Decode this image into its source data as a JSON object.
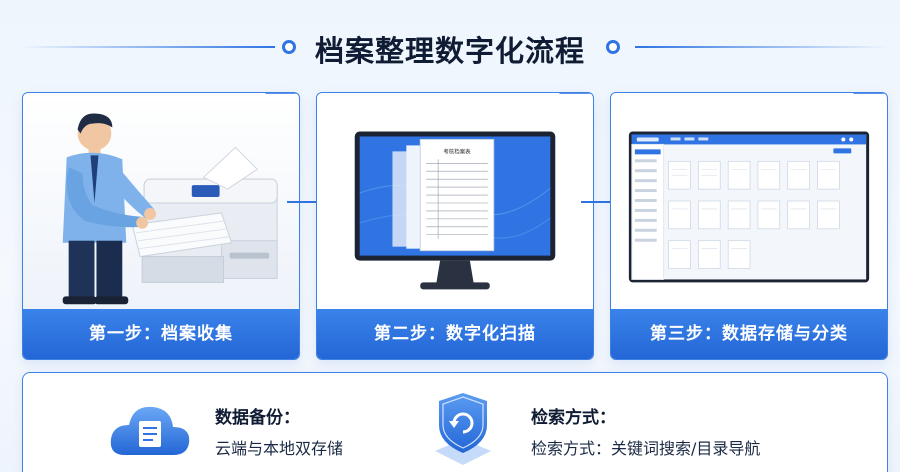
{
  "title": "档案整理数字化流程",
  "steps": [
    {
      "label": "第一步：档案收集",
      "corner_icon": "gear-icon"
    },
    {
      "label": "第二步：数字化扫描",
      "corner_icon": "gear-icon"
    },
    {
      "label": "第三步：数据存储与分类",
      "corner_icon": "document-icon"
    }
  ],
  "scan_doc_title": "考核档案表",
  "features": [
    {
      "title": "数据备份：",
      "desc": "云端与本地双存储",
      "icon": "cloud-document-icon"
    },
    {
      "title": "检索方式：",
      "desc": "检索方式：关键词搜索/目录导航",
      "icon": "shield-refresh-icon"
    }
  ],
  "colors": {
    "accent": "#2f74e2",
    "accent_dark": "#2466d6",
    "title": "#101c33"
  }
}
